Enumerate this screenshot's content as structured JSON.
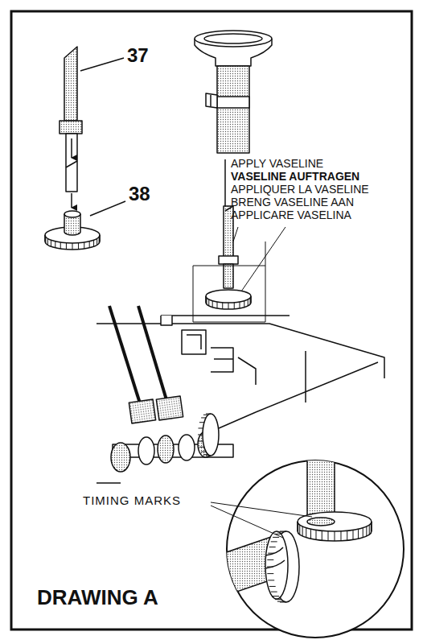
{
  "diagram": {
    "title": "DRAWING A",
    "labels": [
      "37",
      "38",
      "APPLY VASELINE",
      "VASELINE AUFTRAGEN",
      "APPLIQUER LA VASELINE",
      "BRENG VASELINE AAN",
      "APPLICARE VASELINA",
      "TIMING MARKS"
    ]
  }
}
